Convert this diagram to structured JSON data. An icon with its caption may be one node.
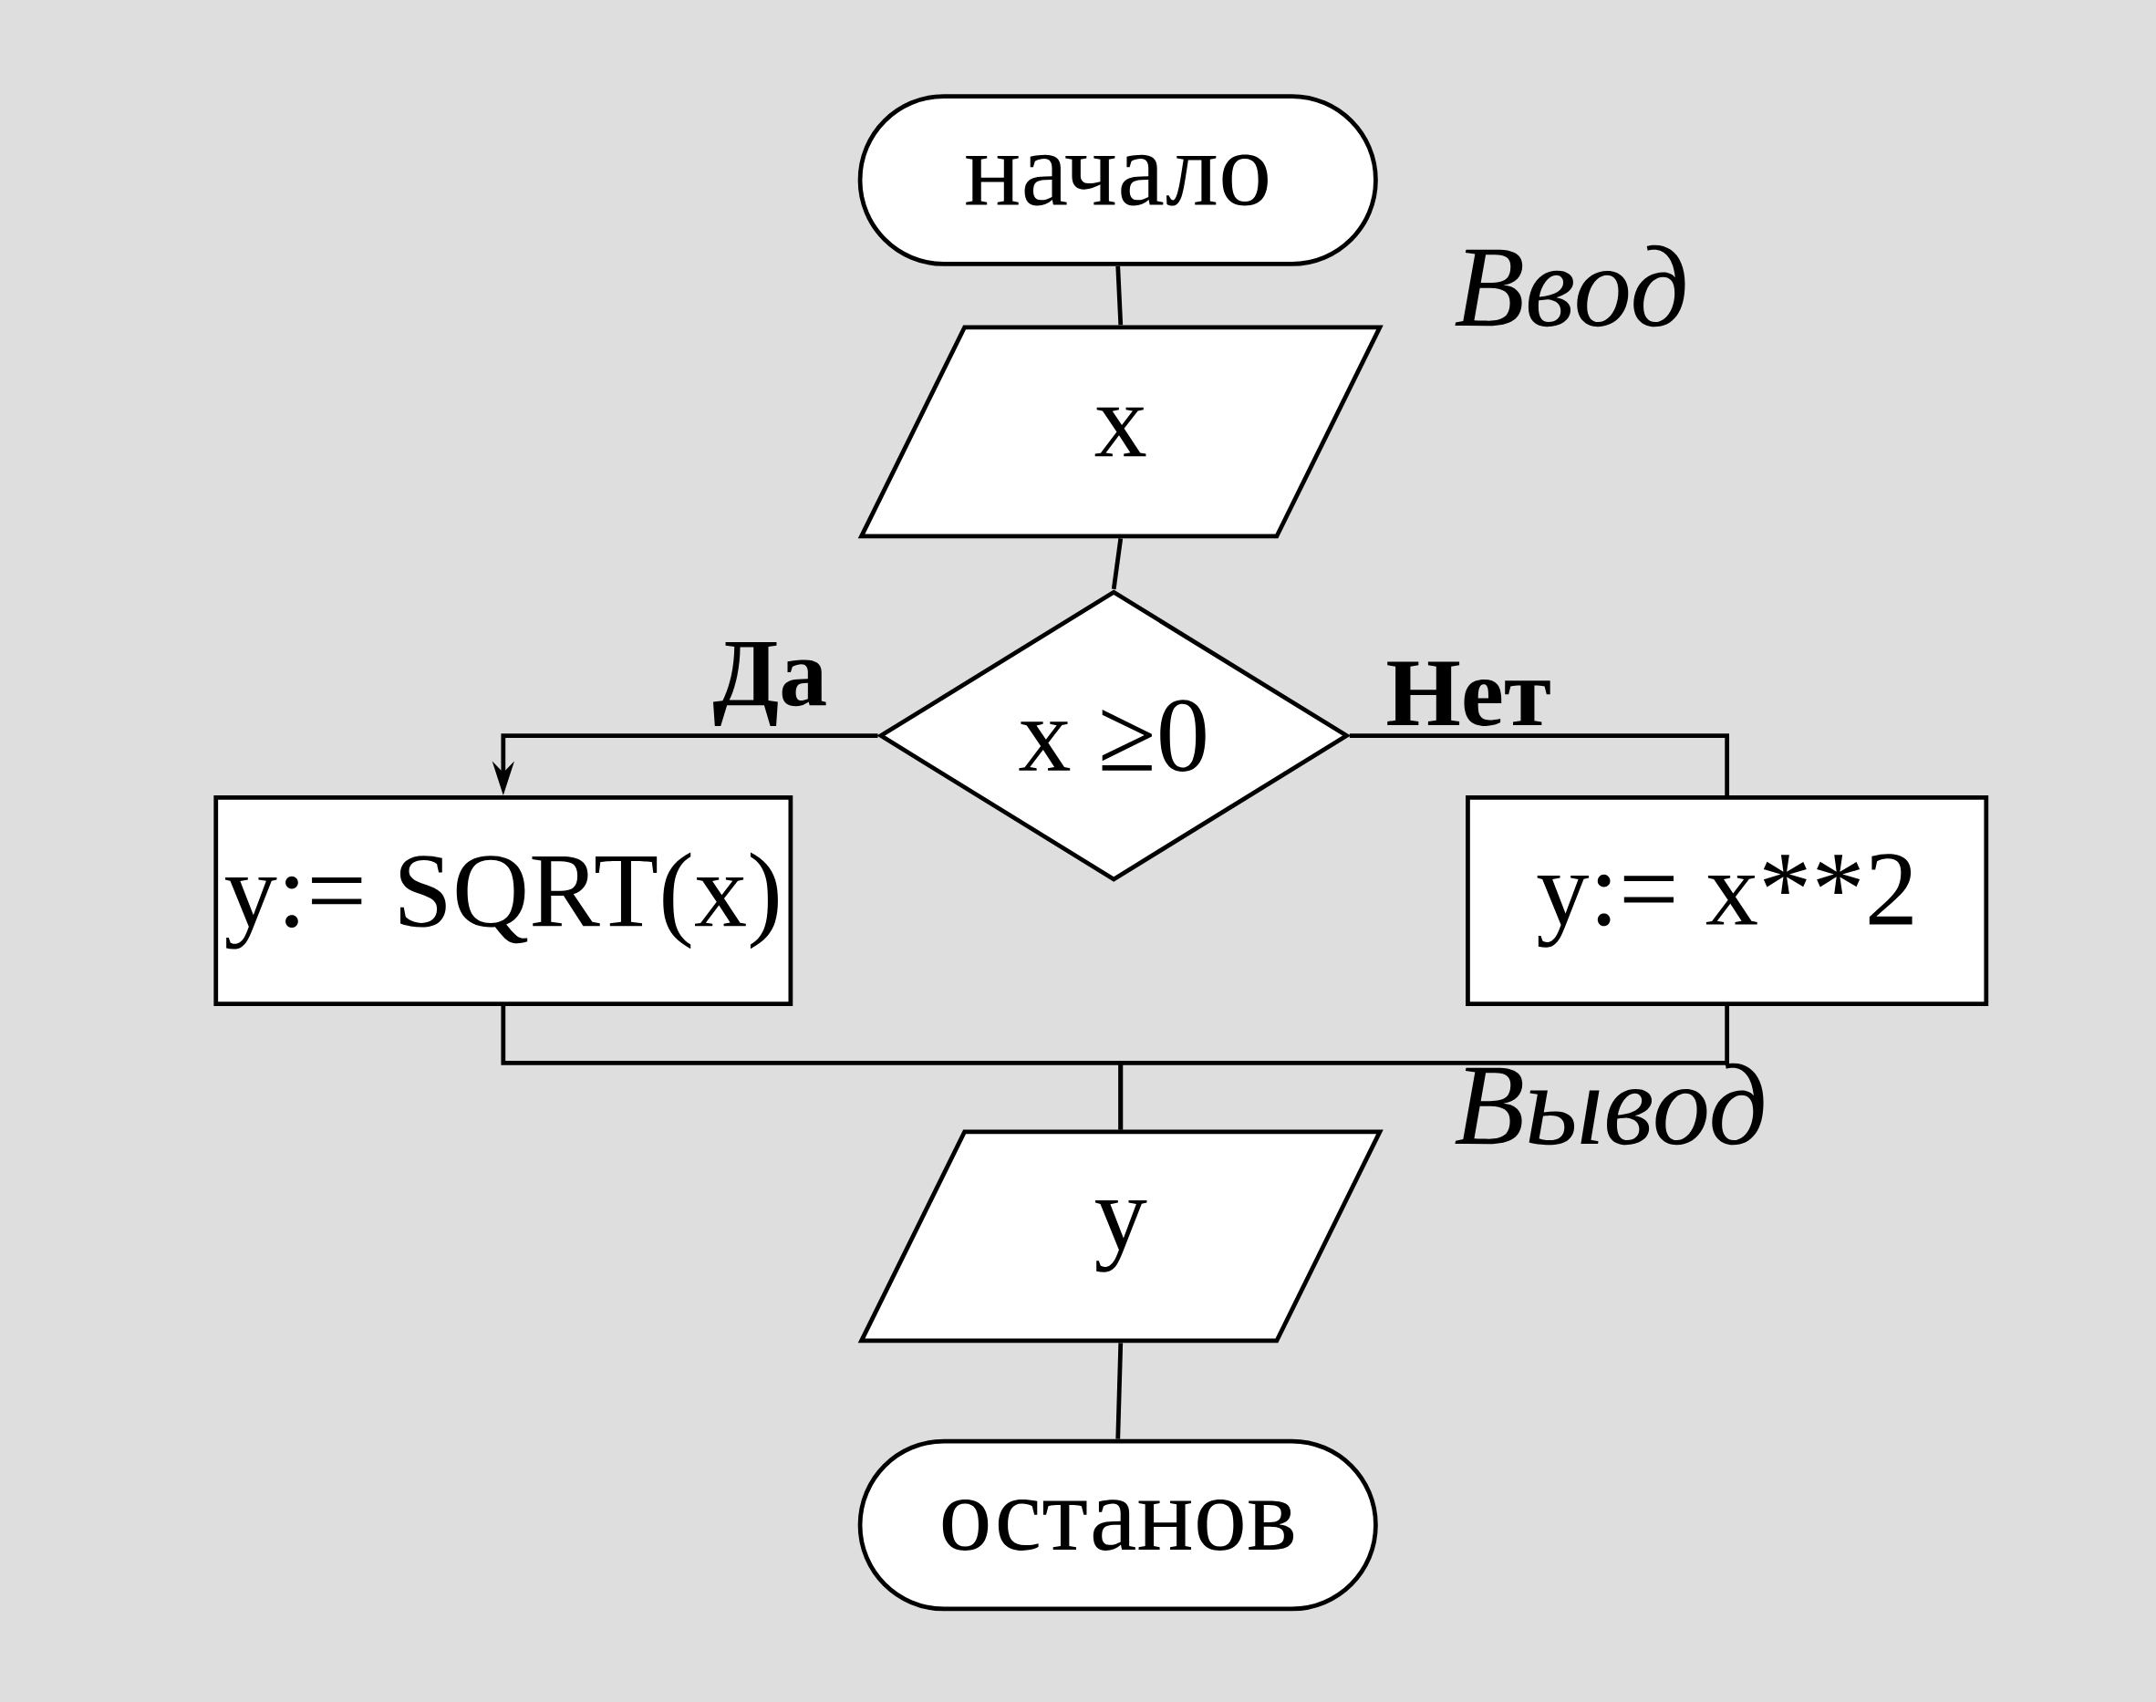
{
  "diagram": {
    "nodes": [
      {
        "text": [
          "начало"
        ]
      },
      {
        "text": [
          "x"
        ],
        "beside": [
          "Ввод"
        ]
      },
      {
        "text": [
          "x ≥0"
        ]
      },
      {
        "text": [
          "y:= SQRT(x)"
        ]
      },
      {
        "text": [
          "y:= x**2"
        ]
      },
      {
        "text": [
          "y"
        ],
        "beside": [
          "Вывод"
        ]
      },
      {
        "text": [
          "останов"
        ]
      }
    ],
    "edges": [
      {
        "from": 0,
        "to": 1,
        "arrow": "none"
      },
      {
        "from": 1,
        "to": 2,
        "arrow": "none"
      },
      {
        "from": 2,
        "to": 3,
        "arrow": "to",
        "label": "Да"
      },
      {
        "from": 2,
        "to": 4,
        "arrow": "none",
        "label": "Нет"
      },
      {
        "from": 3,
        "to": 5,
        "arrow": "none"
      },
      {
        "from": 4,
        "to": 5,
        "arrow": "none"
      },
      {
        "from": 5,
        "to": 6,
        "arrow": "none"
      }
    ]
  }
}
